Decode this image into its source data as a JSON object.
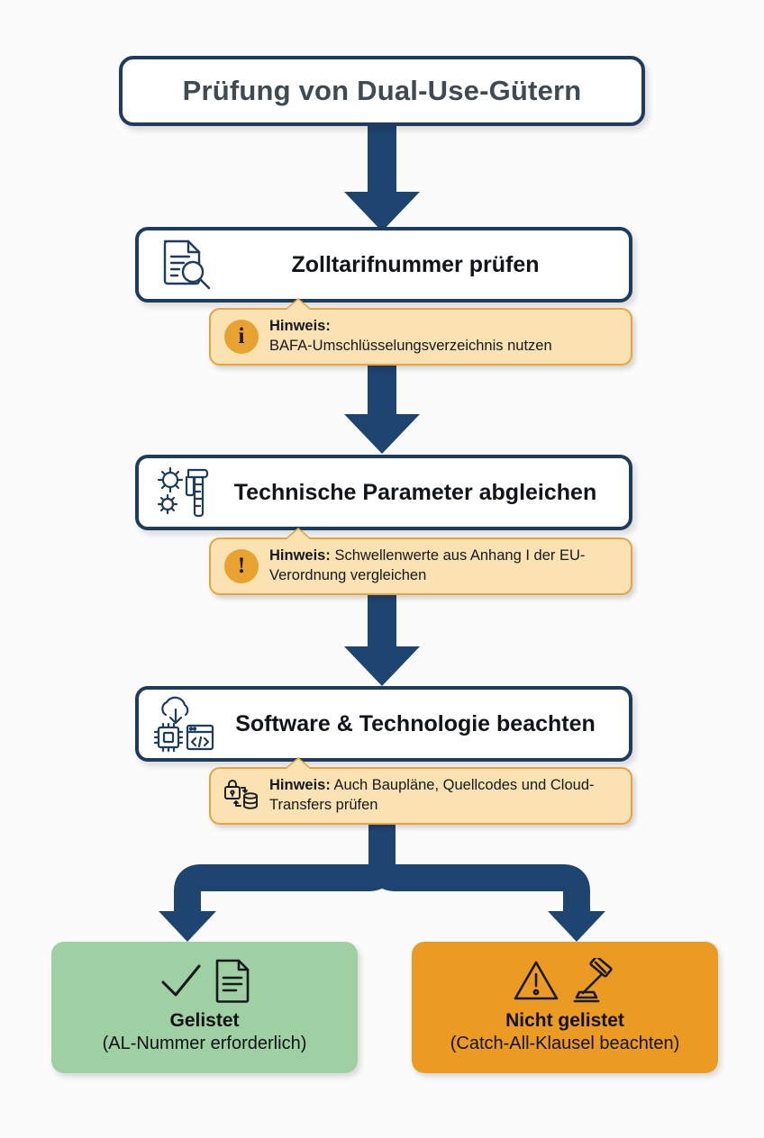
{
  "page": {
    "background": "#fbfbfb",
    "navy": "#1e3d5e",
    "arrow_navy": "#1e4470",
    "hint_bg": "#fae2b3",
    "hint_border": "#e8a33d",
    "hint_icon_orange": "#e8a22f",
    "green": "#9ed0a4",
    "orange": "#eb9a22"
  },
  "title": {
    "text": "Prüfung von Dual-Use-Gütern"
  },
  "steps": [
    {
      "label": "Zolltarifnummer prüfen",
      "icon": "document-magnifier-icon",
      "hint": {
        "icon": "info-circle-icon",
        "prefix": "Hinweis:",
        "text": "BAFA-Umschlüsselungsverzeichnis nutzen",
        "layout": "stacked"
      }
    },
    {
      "label": "Technische Parameter abgleichen",
      "icon": "gears-caliper-icon",
      "hint": {
        "icon": "exclamation-circle-icon",
        "prefix": "Hinweis:",
        "text": "Schwellenwerte aus Anhang I der EU-Verordnung vergleichen",
        "layout": "inline"
      }
    },
    {
      "label": "Software & Technologie beachten",
      "icon": "cloud-chip-code-icon",
      "hint": {
        "icon": "lock-database-icon",
        "prefix": "Hinweis:",
        "text": "Auch Baupläne, Quellcodes und Cloud-Transfers prüfen",
        "layout": "inline"
      }
    }
  ],
  "outcomes": [
    {
      "title": "Gelistet",
      "subtitle": "(AL-Nummer erforderlich)",
      "icons": [
        "check-mark-icon",
        "document-icon"
      ],
      "color": "#9ed0a4"
    },
    {
      "title": "Nicht gelistet",
      "subtitle": "(Catch-All-Klausel beachten)",
      "icons": [
        "warning-triangle-icon",
        "gavel-icon"
      ],
      "color": "#eb9a22"
    }
  ]
}
